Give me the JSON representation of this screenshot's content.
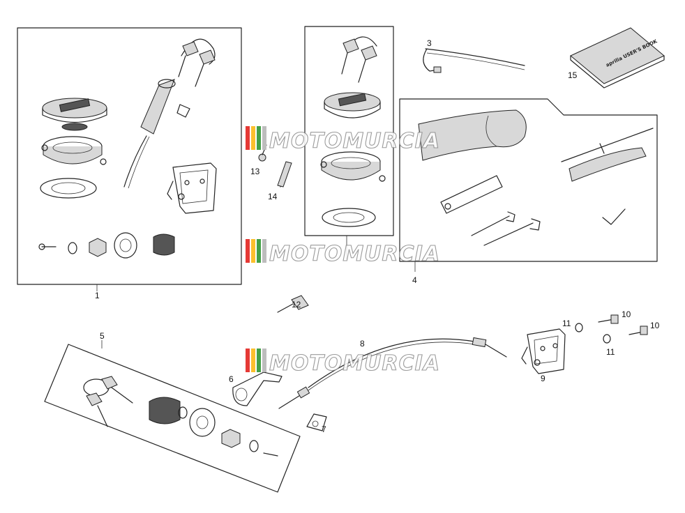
{
  "callouts": [
    {
      "id": "1",
      "label": "1"
    },
    {
      "id": "3",
      "label": "3"
    },
    {
      "id": "4",
      "label": "4"
    },
    {
      "id": "5",
      "label": "5"
    },
    {
      "id": "6",
      "label": "6"
    },
    {
      "id": "7",
      "label": "7"
    },
    {
      "id": "8",
      "label": "8"
    },
    {
      "id": "9",
      "label": "9"
    },
    {
      "id": "10a",
      "label": "10"
    },
    {
      "id": "10b",
      "label": "10"
    },
    {
      "id": "11a",
      "label": "11"
    },
    {
      "id": "11b",
      "label": "11"
    },
    {
      "id": "12",
      "label": "12"
    },
    {
      "id": "13",
      "label": "13"
    },
    {
      "id": "14",
      "label": "14"
    },
    {
      "id": "15",
      "label": "15"
    }
  ],
  "watermark": "MOTOMURCIA",
  "manual_cover_text": "aprilia USER'S BOOK",
  "colors": {
    "line": "#222222",
    "watermark_stripes": [
      "#e53935",
      "#fbc02d",
      "#43a047",
      "#bdbdbd"
    ]
  }
}
